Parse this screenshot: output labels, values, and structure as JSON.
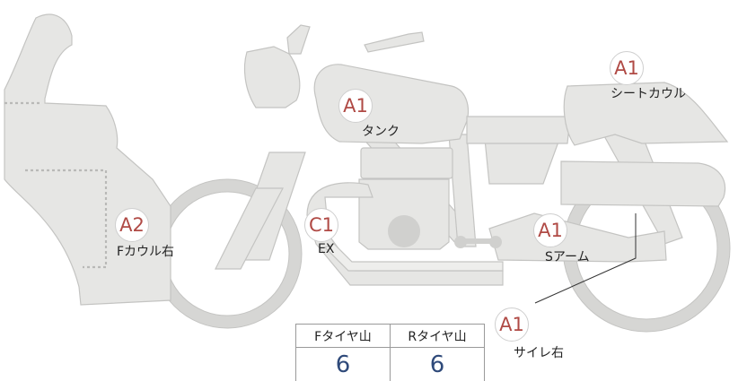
{
  "parts": [
    {
      "key": "f_cowl_right",
      "badge": "A2",
      "label": "Fカウル右"
    },
    {
      "key": "tank",
      "badge": "A1",
      "label": "タンク"
    },
    {
      "key": "seat_cowl",
      "badge": "A1",
      "label": "シートカウル"
    },
    {
      "key": "exhaust",
      "badge": "C1",
      "label": "EX"
    },
    {
      "key": "swing_arm",
      "badge": "A1",
      "label": "Sアーム"
    },
    {
      "key": "silencer_right",
      "badge": "A1",
      "label": "サイレ右"
    }
  ],
  "tread_table": {
    "headers": [
      "Fタイヤ山",
      "Rタイヤ山"
    ],
    "values": [
      "6",
      "6"
    ]
  },
  "colors": {
    "body_fill": "#e6e6e4",
    "body_stroke": "#c4c4c2",
    "grade_red": "#b04a45",
    "value_blue": "#2f4a7a"
  }
}
